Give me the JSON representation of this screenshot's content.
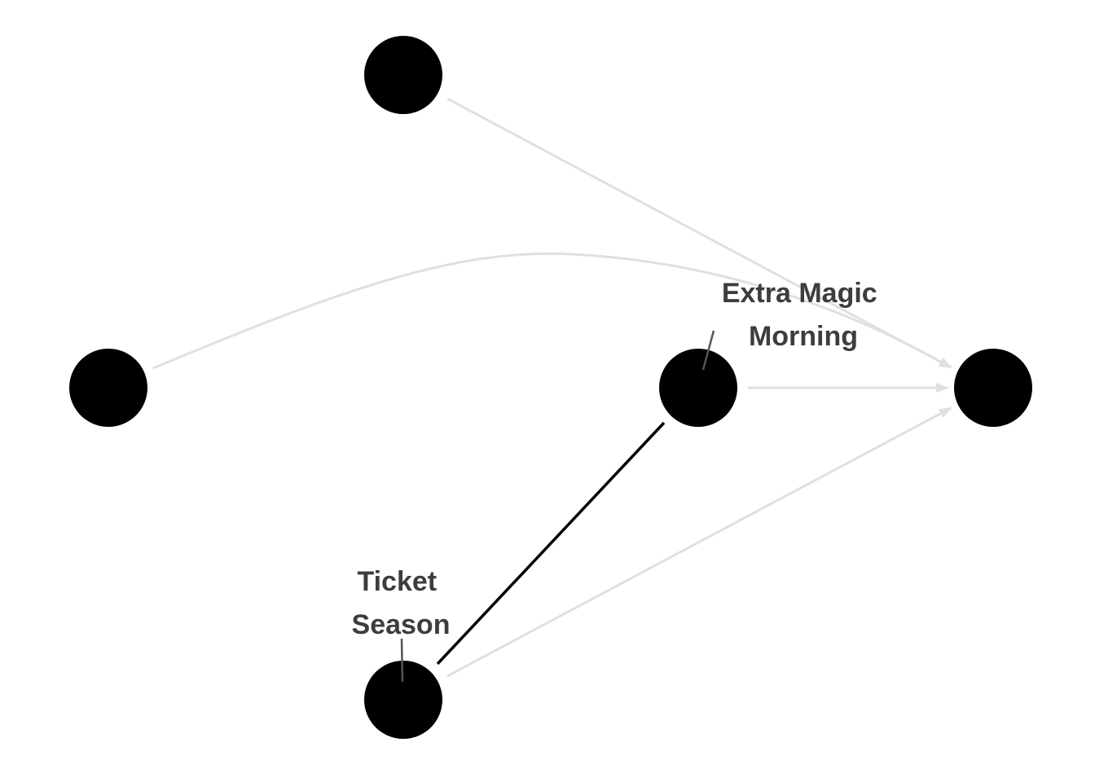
{
  "colors": {
    "node": "#000000",
    "edge_muted": "#e0e0e0",
    "edge_highlight": "#000000",
    "label": "#3d3d3d",
    "leader_line": "#555555"
  },
  "nodes": [
    {
      "id": "top"
    },
    {
      "id": "left"
    },
    {
      "id": "extra-magic-morning",
      "label_lines": [
        "Extra Magic",
        "Morning"
      ]
    },
    {
      "id": "ticket-season",
      "label_lines": [
        "Ticket",
        "Season"
      ]
    },
    {
      "id": "outcome"
    }
  ],
  "edges": [
    {
      "from": "top",
      "to": "outcome",
      "highlighted": false,
      "arrow": true
    },
    {
      "from": "left",
      "to": "outcome",
      "highlighted": false,
      "arrow": true,
      "curved": true
    },
    {
      "from": "extra-magic-morning",
      "to": "outcome",
      "highlighted": false,
      "arrow": true
    },
    {
      "from": "ticket-season",
      "to": "outcome",
      "highlighted": false,
      "arrow": true
    },
    {
      "from": "ticket-season",
      "to": "extra-magic-morning",
      "highlighted": true,
      "arrow": false
    }
  ]
}
